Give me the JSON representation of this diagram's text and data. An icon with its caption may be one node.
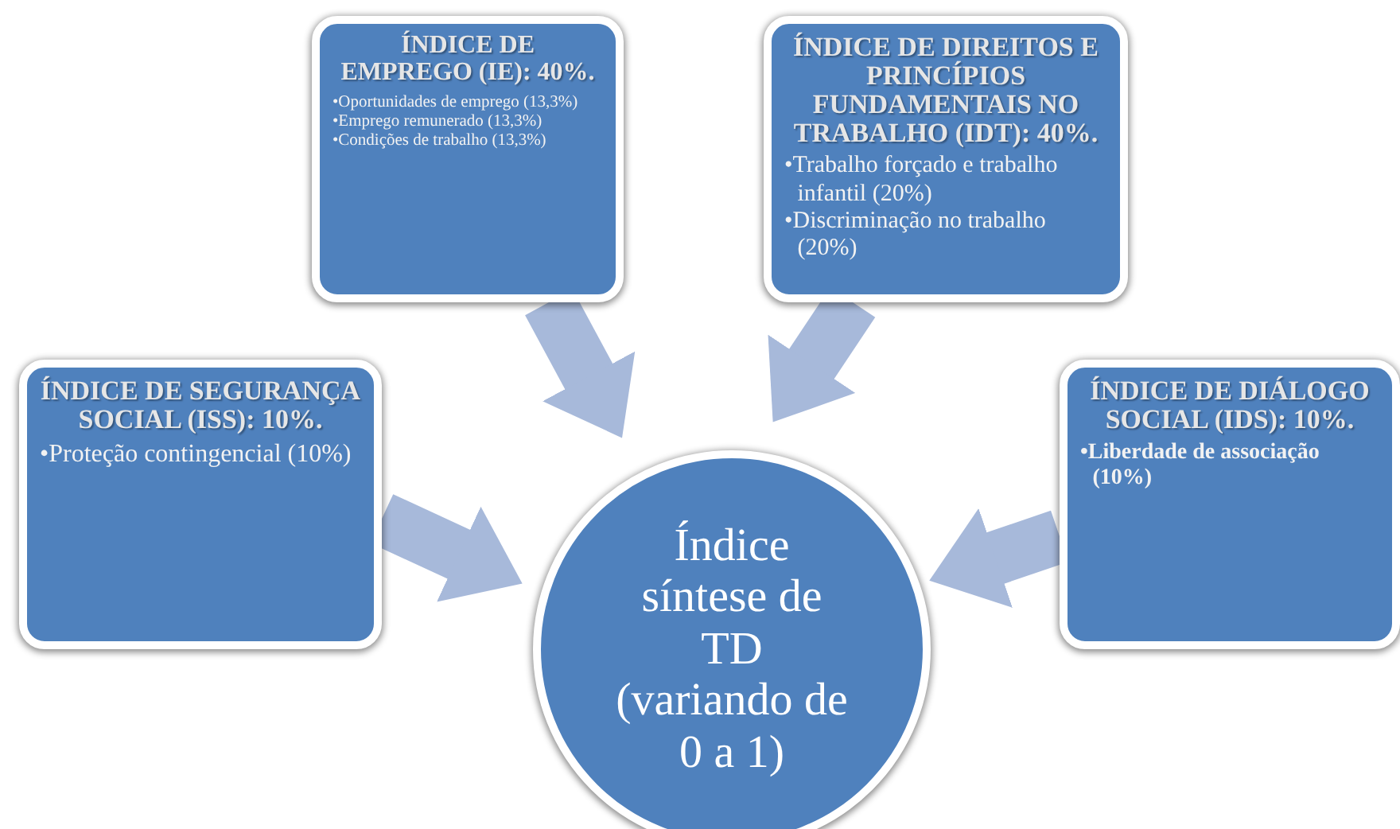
{
  "diagram": {
    "nodes": [
      {
        "text": [
          "ÍNDICE DE EMPREGO (IE): 40%.",
          "•Oportunidades de emprego (13,3%)",
          "•Emprego remunerado (13,3%)",
          "•Condições de trabalho (13,3%)"
        ]
      },
      {
        "text": [
          "ÍNDICE DE DIREITOS E PRINCÍPIOS FUNDAMENTAIS NO TRABALHO (IDT): 40%.",
          "•Trabalho forçado e trabalho infantil (20%)",
          "•Discriminação no trabalho (20%)"
        ]
      },
      {
        "text": [
          "ÍNDICE DE SEGURANÇA SOCIAL (ISS): 10%.",
          "•Proteção contingencial (10%)"
        ]
      },
      {
        "text": [
          "ÍNDICE DE DIÁLOGO SOCIAL (IDS): 10%.",
          "•Liberdade de associação (10%)"
        ]
      },
      {
        "text": [
          "Índice síntese de TD (variando de 0 a 1)"
        ]
      }
    ],
    "edges": [
      {
        "from": 0,
        "to": 4,
        "arrow": "to"
      },
      {
        "from": 1,
        "to": 4,
        "arrow": "to"
      },
      {
        "from": 2,
        "to": 4,
        "arrow": "to"
      },
      {
        "from": 3,
        "to": 4,
        "arrow": "to"
      }
    ]
  }
}
